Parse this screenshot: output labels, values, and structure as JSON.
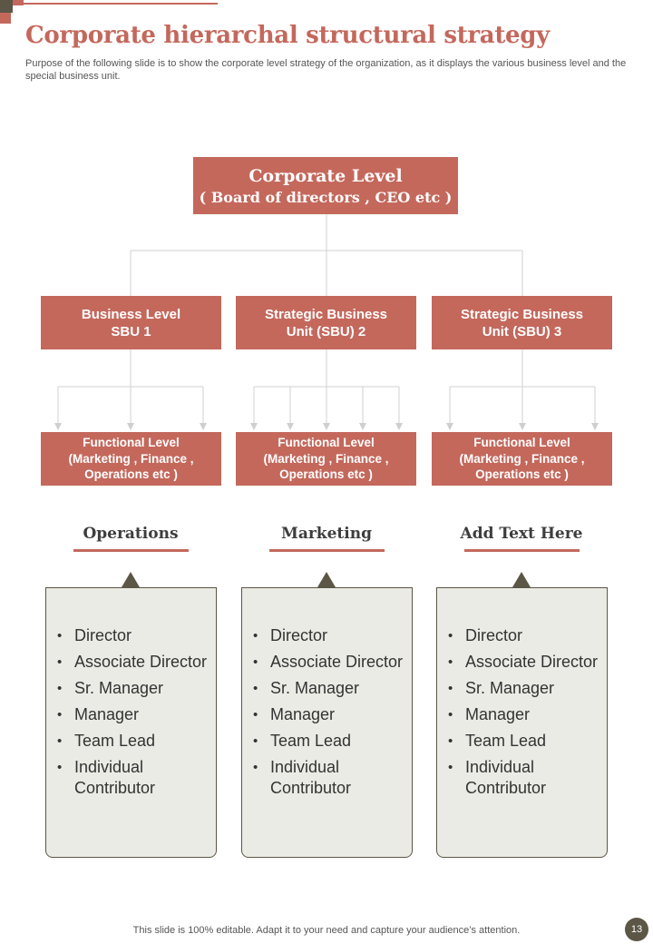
{
  "header": {
    "title": "Corporate hierarchal structural  strategy",
    "subtitle": "Purpose of the following slide is to show the corporate level strategy of the organization, as it displays the various business level and the special business unit."
  },
  "corporate": {
    "line1": "Corporate Level",
    "line2": "( Board of directors , CEO etc )"
  },
  "business_units": [
    {
      "line1": "Business Level",
      "line2": "SBU 1"
    },
    {
      "line1": "Strategic Business",
      "line2": "Unit (SBU) 2"
    },
    {
      "line1": "Strategic Business",
      "line2": "Unit (SBU) 3"
    }
  ],
  "functional": [
    {
      "line1": "Functional Level",
      "line2": "(Marketing , Finance ,",
      "line3": "Operations etc )"
    },
    {
      "line1": "Functional Level",
      "line2": "(Marketing , Finance ,",
      "line3": "Operations etc )"
    },
    {
      "line1": "Functional Level",
      "line2": "(Marketing , Finance ,",
      "line3": "Operations etc )"
    }
  ],
  "columns": [
    {
      "title": "Operations",
      "items": [
        "Director",
        "Associate Director",
        "Sr. Manager",
        "Manager",
        "Team Lead",
        "Individual Contributor"
      ]
    },
    {
      "title": "Marketing",
      "items": [
        "Director",
        "Associate Director",
        "Sr. Manager",
        "Manager",
        "Team Lead",
        "Individual Contributor"
      ]
    },
    {
      "title": "Add Text Here",
      "items": [
        "Director",
        "Associate Director",
        "Sr. Manager",
        "Manager",
        "Team Lead",
        "Individual Contributor"
      ]
    }
  ],
  "footer": {
    "text": "This slide is 100% editable. Adapt it to your need and capture your audience’s attention.",
    "page_number": "13"
  },
  "colors": {
    "accent": "#c4685c",
    "dark": "#5b5646",
    "card_bg": "#ebebe5",
    "connector": "#d0d0d0"
  }
}
